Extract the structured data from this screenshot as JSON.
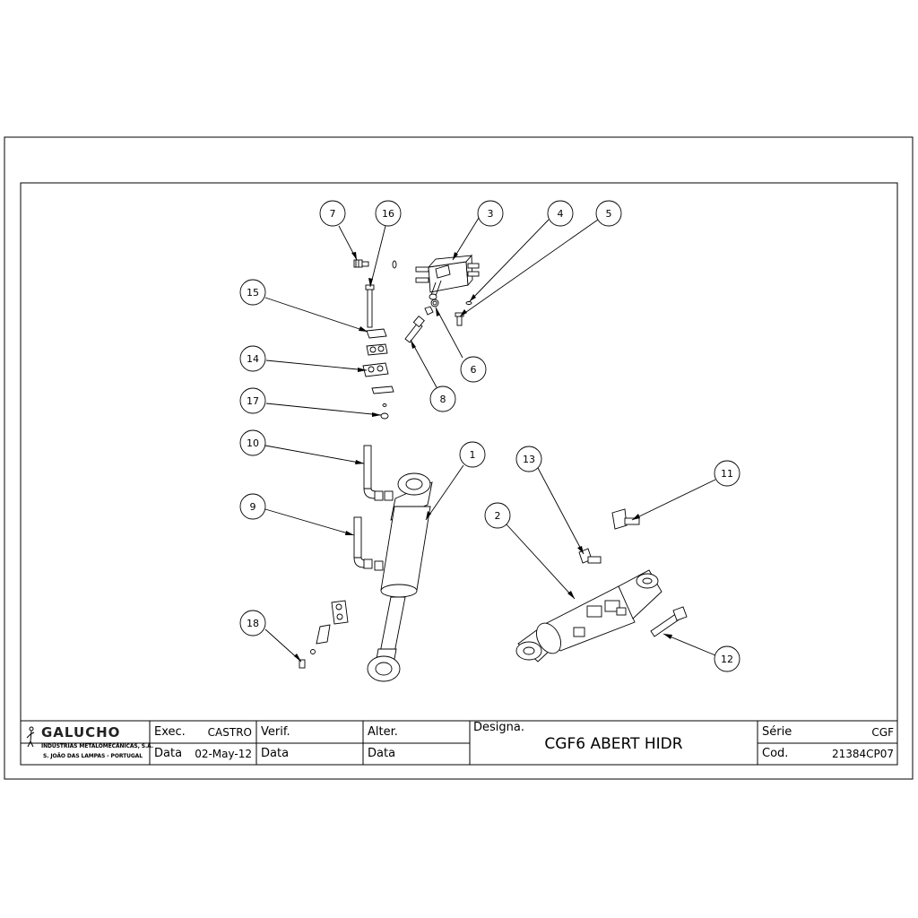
{
  "drawing": {
    "callouts": [
      "7",
      "16",
      "3",
      "4",
      "5",
      "15",
      "6",
      "8",
      "14",
      "17",
      "10",
      "1",
      "13",
      "11",
      "9",
      "2",
      "18",
      "12"
    ]
  },
  "title_block": {
    "company": {
      "logo_text": "GALUCHO",
      "line1": "INDÚSTRIAS METALOMECÂNICAS, S.A.",
      "line2": "S. JOÃO DAS LAMPAS - PORTUGAL"
    },
    "exec_label": "Exec.",
    "exec_value": "CASTRO",
    "data_label": "Data",
    "data_value": "02-May-12",
    "verif_label": "Verif.",
    "verif_data_label": "Data",
    "alter_label": "Alter.",
    "alter_data_label": "Data",
    "designa_label": "Designa.",
    "designa_value": "CGF6 ABERT HIDR",
    "serie_label": "Série",
    "serie_value": "CGF",
    "cod_label": "Cod.",
    "cod_value": "21384CP07"
  }
}
